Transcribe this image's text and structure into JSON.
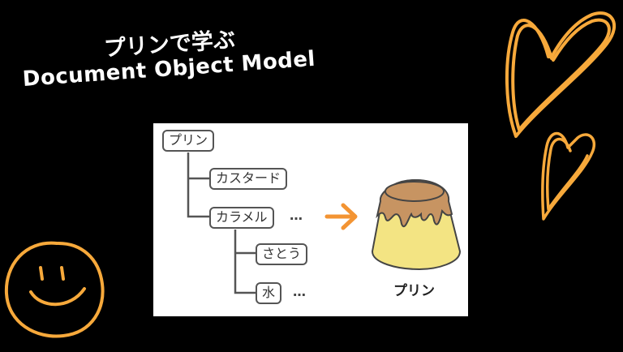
{
  "title": {
    "line1": "プリンで学ぶ",
    "line2": "Document  Object  Model"
  },
  "tree": {
    "root": "プリン",
    "child1": "カスタード",
    "child2": "カラメル",
    "grandchild1": "さとう",
    "grandchild2": "水",
    "ellipsis1": "…",
    "ellipsis2": "…"
  },
  "result_label": "プリン",
  "colors": {
    "accent": "#f7a93b",
    "arrow": "#f39433",
    "node_border": "#555555",
    "pudding_body": "#f3e483",
    "caramel": "#c79462"
  },
  "icons": {
    "arrow": "right-arrow-icon",
    "pudding": "pudding-icon",
    "heart_large": "heart-icon",
    "heart_small": "heart-icon",
    "smiley": "smiley-face-icon"
  }
}
